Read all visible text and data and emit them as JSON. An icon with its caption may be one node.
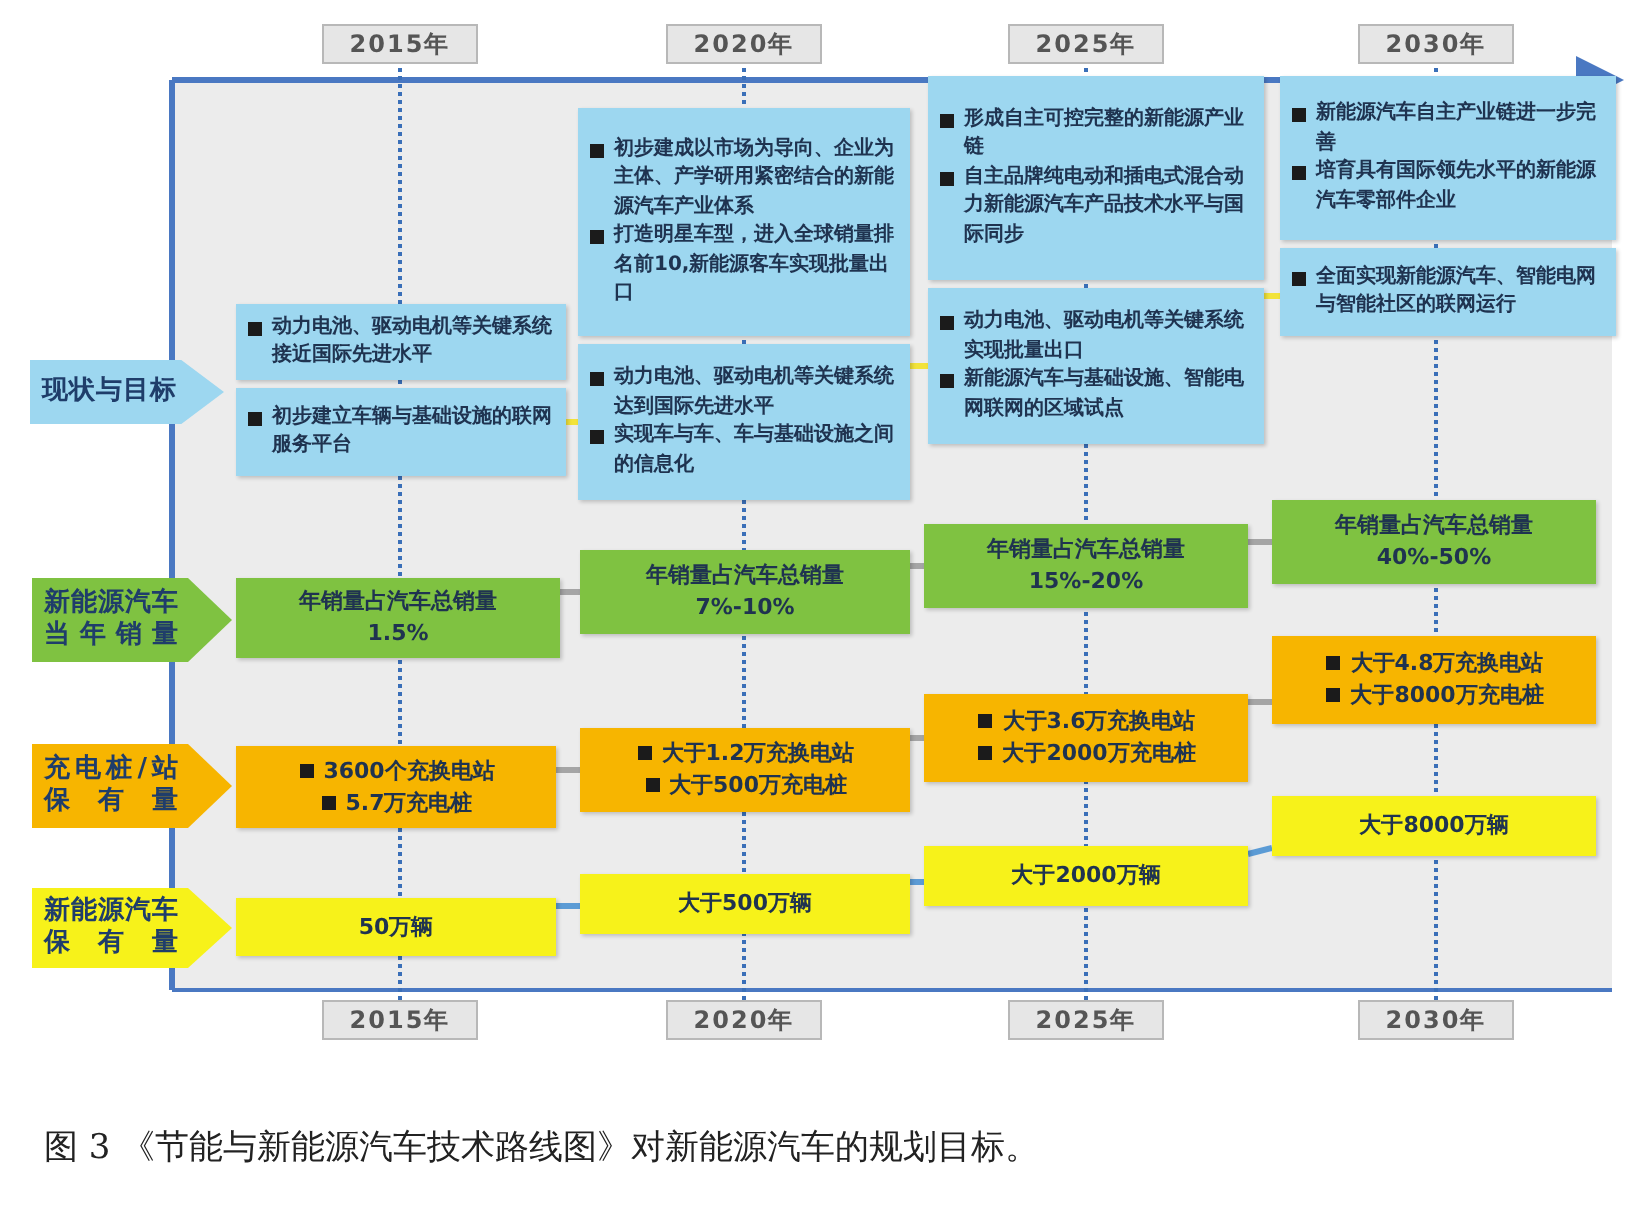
{
  "diagram": {
    "caption": "图 3 《节能与新能源汽车技术路线图》对新能源汽车的规划目标。",
    "nodes": [
      {
        "text": [
          "现状与目标"
        ]
      },
      {
        "text": [
          "动力电池、驱动电机等关键系统接近国际先进水平"
        ]
      },
      {
        "text": [
          "初步建立车辆与基础设施的联网服务平台"
        ]
      },
      {
        "text": [
          "初步建成以市场为导向、企业为主体、产学研用紧密结合的新能源汽车产业体系",
          "打造明星车型，进入全球销量排名前10,新能源客车实现批量出口"
        ]
      },
      {
        "text": [
          "动力电池、驱动电机等关键系统达到国际先进水平",
          "实现车与车、车与基础设施之间的信息化"
        ]
      },
      {
        "text": [
          "形成自主可控完整的新能源产业链",
          "自主品牌纯电动和插电式混合动力新能源汽车产品技术水平与国际同步"
        ]
      },
      {
        "text": [
          "动力电池、驱动电机等关键系统实现批量出口",
          "新能源汽车与基础设施、智能电网联网的区域试点"
        ]
      },
      {
        "text": [
          "新能源汽车自主产业链进一步完善",
          "培育具有国际领先水平的新能源汽车零部件企业"
        ]
      },
      {
        "text": [
          "全面实现新能源汽车、智能电网与智能社区的联网运行"
        ]
      },
      {
        "text": [
          "新能源汽车当年销量"
        ]
      },
      {
        "text": [
          "年销量占汽车总销量",
          "1.5%"
        ]
      },
      {
        "text": [
          "年销量占汽车总销量",
          "7%-10%"
        ]
      },
      {
        "text": [
          "年销量占汽车总销量",
          "15%-20%"
        ]
      },
      {
        "text": [
          "年销量占汽车总销量",
          "40%-50%"
        ]
      },
      {
        "text": [
          "充电桩/站保有量"
        ]
      },
      {
        "text": [
          "3600个充换电站",
          "5.7万充电桩"
        ]
      },
      {
        "text": [
          "大于1.2万充换电站",
          "大于500万充电桩"
        ]
      },
      {
        "text": [
          "大于3.6万充换电站",
          "大于2000万充电桩"
        ]
      },
      {
        "text": [
          "大于4.8万充换电站",
          "大于8000万充电桩"
        ]
      },
      {
        "text": [
          "新能源汽车保有量"
        ]
      },
      {
        "text": [
          "50万辆"
        ]
      },
      {
        "text": [
          "大于500万辆"
        ]
      },
      {
        "text": [
          "大于2000万辆"
        ]
      },
      {
        "text": [
          "大于8000万辆"
        ]
      }
    ],
    "edges": [
      {
        "from": 2,
        "to": 4,
        "arrow": "none",
        "color": "#f2e33a"
      },
      {
        "from": 4,
        "to": 6,
        "arrow": "none",
        "color": "#f2e33a"
      },
      {
        "from": 6,
        "to": 8,
        "arrow": "none",
        "color": "#f2e33a"
      },
      {
        "from": 10,
        "to": 11,
        "arrow": "none"
      },
      {
        "from": 11,
        "to": 12,
        "arrow": "none"
      },
      {
        "from": 12,
        "to": 13,
        "arrow": "none"
      },
      {
        "from": 15,
        "to": 16,
        "arrow": "none"
      },
      {
        "from": 16,
        "to": 17,
        "arrow": "none"
      },
      {
        "from": 17,
        "to": 18,
        "arrow": "none"
      },
      {
        "from": 20,
        "to": 21,
        "arrow": "none",
        "color": "#5b9bd5"
      },
      {
        "from": 21,
        "to": 22,
        "arrow": "none",
        "color": "#5b9bd5"
      },
      {
        "from": 22,
        "to": 23,
        "arrow": "none",
        "color": "#5b9bd5"
      }
    ],
    "labels": [
      "2015年",
      "2020年",
      "2025年",
      "2030年",
      "2015年",
      "2020年",
      "2025年",
      "2030年"
    ]
  }
}
